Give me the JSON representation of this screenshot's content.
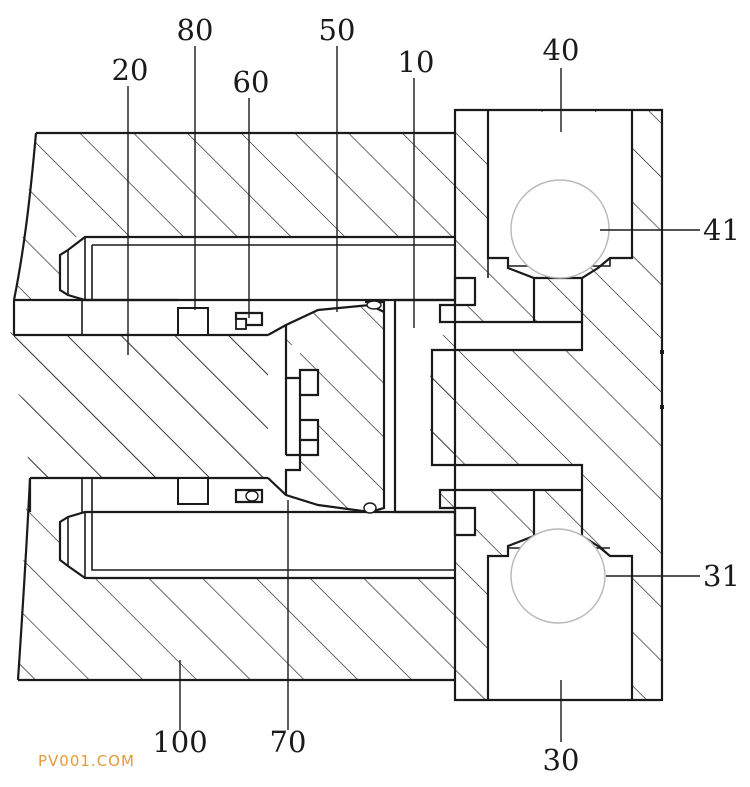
{
  "labels": {
    "l80": "80",
    "l50": "50",
    "l40": "40",
    "l20": "20",
    "l60": "60",
    "l10": "10",
    "l41": "41",
    "l31": "31",
    "l100": "100",
    "l70": "70",
    "l30": "30"
  },
  "watermark": "PV001.COM",
  "colors": {
    "line": "#1a1a1a",
    "ball": "#b8b8b8",
    "watermark": "#e39a3a",
    "background": "#ffffff"
  }
}
